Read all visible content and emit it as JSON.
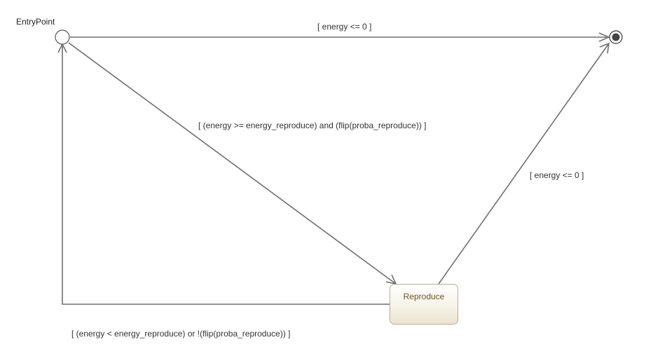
{
  "diagram": {
    "entry_point": {
      "label": "EntryPoint"
    },
    "states": [
      {
        "name": "Reproduce"
      }
    ],
    "transitions": [
      {
        "from": "EntryPoint",
        "to": "Final",
        "guard": "[ energy <= 0 ]"
      },
      {
        "from": "EntryPoint",
        "to": "Reproduce",
        "guard": "[ (energy >= energy_reproduce) and (flip(proba_reproduce)) ]"
      },
      {
        "from": "Reproduce",
        "to": "Final",
        "guard": "[ energy <= 0 ]"
      },
      {
        "from": "Reproduce",
        "to": "EntryPoint",
        "guard": "[ (energy < energy_reproduce) or !(flip(proba_reproduce)) ]"
      }
    ]
  },
  "colors": {
    "line": "#707070",
    "node_border": "#555555",
    "state_border": "#b7ad98",
    "state_text": "#6b5325",
    "final_fill": "#444444"
  }
}
